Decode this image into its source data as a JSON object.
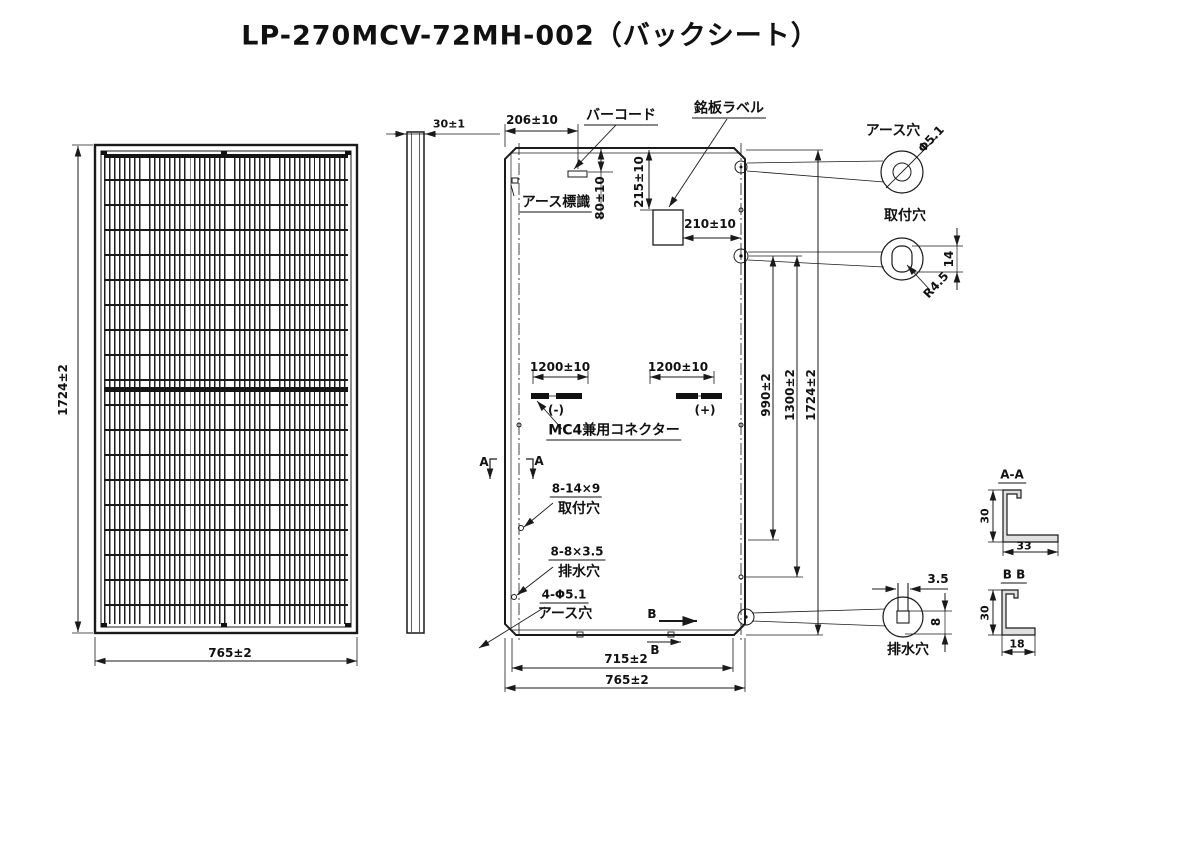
{
  "title": "LP-270MCV-72MH-002（バックシート）",
  "front_view": {
    "height": "1724±2",
    "width": "765±2"
  },
  "side_view": {
    "thickness": "30±1"
  },
  "back_view": {
    "top": {
      "dim_offset": "206±10",
      "barcode": "バーコード",
      "nameplate": "銘板ラベル",
      "dim_barcode_v": "80±10",
      "dim_nameplate_v": "215±10",
      "earth_mark": "アース標識",
      "dim_nameplate_h": "210±10"
    },
    "connectors": {
      "dim_left": "1200±10",
      "dim_right": "1200±10",
      "minus": "(-)",
      "plus": "(+)",
      "label": "MC4兼用コネクター"
    },
    "right_dims": {
      "d990": "990±2",
      "d1300": "1300±2",
      "d1724": "1724±2"
    },
    "section_marks": {
      "a": "A",
      "b": "B"
    },
    "left_labels": {
      "mount_qty": "8-14×9",
      "mount": "取付穴",
      "drain_qty": "8-8×3.5",
      "drain": "排水穴",
      "earth_qty": "4-Φ5.1",
      "earth": "アース穴"
    },
    "bottom": {
      "dim_inner": "715±2",
      "dim_outer": "765±2"
    }
  },
  "details": {
    "earth_hole": {
      "label": "アース穴",
      "dia": "Φ5.1"
    },
    "mount_hole": {
      "label": "取付穴",
      "height": "14",
      "radius": "R4.5"
    },
    "drain_hole": {
      "label": "排水穴",
      "slot_width": "3.5",
      "slot_height": "8"
    }
  },
  "sections": {
    "aa": {
      "label": "A-A",
      "height": "30",
      "width": "33"
    },
    "bb": {
      "label": "B B",
      "height": "30",
      "width": "18"
    }
  }
}
